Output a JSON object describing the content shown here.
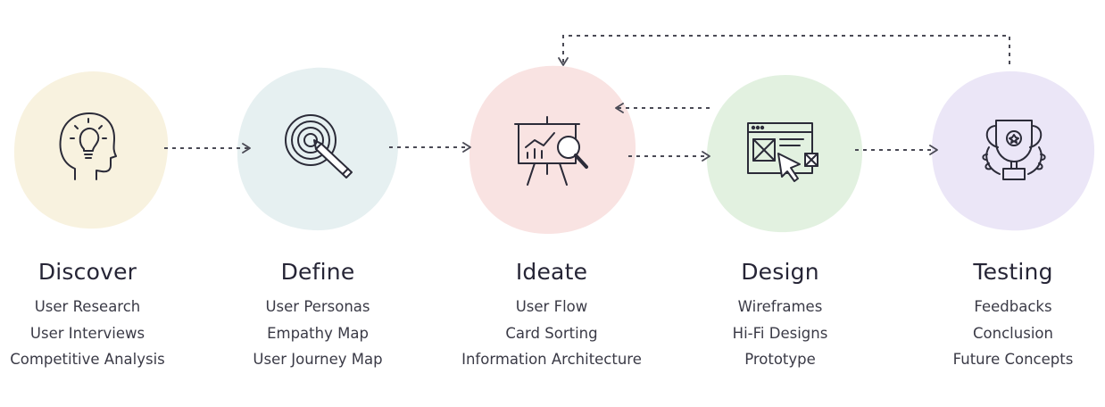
{
  "stages": [
    {
      "title": "Discover",
      "icon": "head-lightbulb-icon",
      "blob_color": "#f8f2df",
      "items": [
        "User Research",
        "User Interviews",
        "Competitive Analysis"
      ]
    },
    {
      "title": "Define",
      "icon": "target-pencil-icon",
      "blob_color": "#e6f0f1",
      "items": [
        "User Personas",
        "Empathy Map",
        "User Journey Map"
      ]
    },
    {
      "title": "Ideate",
      "icon": "presentation-board-icon",
      "blob_color": "#f9e3e2",
      "items": [
        "User Flow",
        "Card Sorting",
        "Information Architecture"
      ]
    },
    {
      "title": "Design",
      "icon": "wireframe-cursor-icon",
      "blob_color": "#e2f1e0",
      "items": [
        "Wireframes",
        "Hi-Fi Designs",
        "Prototype"
      ]
    },
    {
      "title": "Testing",
      "icon": "trophy-icon",
      "blob_color": "#ebe6f7",
      "items": [
        "Feedbacks",
        "Conclusion",
        "Future Concepts"
      ]
    }
  ],
  "colors": {
    "stroke": "#2b2b38",
    "arrow": "#4a4a55"
  }
}
